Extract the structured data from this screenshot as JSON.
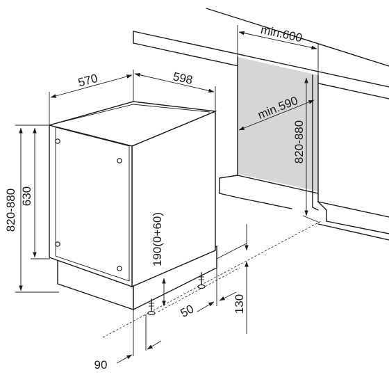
{
  "diagram": {
    "dimensions": {
      "depth": "570",
      "width": "598",
      "niche_width": "min.600",
      "niche_depth": "min.590",
      "niche_height": "820-880",
      "appliance_height": "820-880",
      "body_height": "630",
      "plinth_height": "190(0+60)",
      "plinth_depth": "90",
      "foot_offset": "50",
      "plinth_panel": "130"
    },
    "colors": {
      "line": "#1a1a1a",
      "shade": "#d6d6d6",
      "background": "#ffffff"
    }
  }
}
